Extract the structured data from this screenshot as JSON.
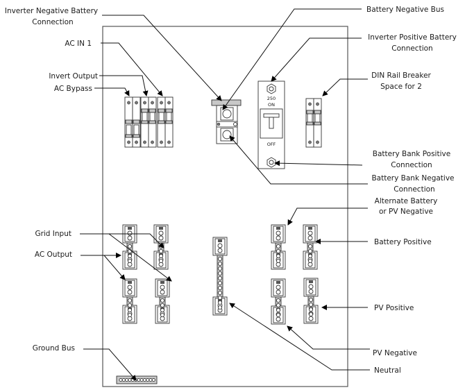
{
  "diagram": {
    "title": "Electrical panel layout",
    "labels": {
      "inverter_negative_battery_connection": [
        "Inverter Negative Battery",
        "Connection"
      ],
      "ac_in_1": [
        "AC IN 1"
      ],
      "invert_output": [
        "Invert Output"
      ],
      "ac_bypass": [
        "AC Bypass"
      ],
      "battery_negative_bus": [
        "Battery Negative Bus"
      ],
      "inverter_positive_battery_connection": [
        "Inverter Positive Battery",
        "Connection"
      ],
      "din_rail_breaker_space": [
        "DIN Rail Breaker",
        "Space for 2"
      ],
      "battery_bank_positive_connection": [
        "Battery Bank Positive",
        "Connection"
      ],
      "battery_bank_negative_connection": [
        "Battery Bank Negative",
        "Connection"
      ],
      "alternate_battery_or_pv_negative": [
        "Alternate Battery",
        "or PV Negative"
      ],
      "battery_positive": [
        "Battery Positive"
      ],
      "pv_positive": [
        "PV Positive"
      ],
      "pv_negative": [
        "PV Negative"
      ],
      "neutral": [
        "Neutral"
      ],
      "grid_input": [
        "Grid Input"
      ],
      "ac_output": [
        "AC Output"
      ],
      "ground_bus": [
        "Ground Bus"
      ]
    },
    "main_breaker": {
      "rating": "250",
      "on_label": "ON",
      "off_label": "OFF"
    }
  }
}
